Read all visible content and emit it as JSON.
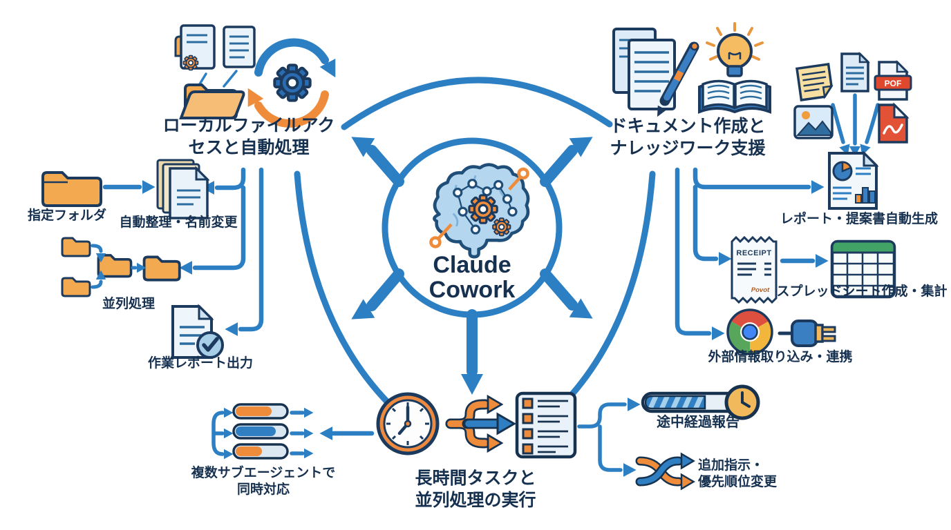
{
  "center": {
    "title_lines": [
      "Claude",
      "Cowork"
    ]
  },
  "branches": {
    "local_files": {
      "title_lines": [
        "ローカルファイルアク",
        "セスと自動処理"
      ],
      "items": {
        "source_folder": "指定フォルダ",
        "auto_organize": "自動整理・名前変更",
        "parallel": "並列処理",
        "work_report": "作業レポート出力"
      }
    },
    "documents": {
      "title_lines": [
        "ドキュメント作成と",
        "ナレッジワーク支援"
      ],
      "items": {
        "report_generation": "レポート・提案書自動生成",
        "spreadsheet": "スプレッドシート作成・集計",
        "external": "外部情報取り込み・連携"
      },
      "icon_texts": {
        "pdf_badge": "POF",
        "receipt_title": "RECEIPT",
        "receipt_brand": "Povot"
      }
    },
    "long_tasks": {
      "title_lines": [
        "長時間タスクと",
        "並列処理の実行"
      ],
      "items": {
        "subagents_lines": [
          "複数サブエージェントで",
          "同時対応"
        ],
        "progress": "途中経過報告",
        "priority_lines": [
          "追加指示・",
          "優先順位変更"
        ]
      }
    }
  },
  "colors": {
    "arrow_blue": "#2b7fc2",
    "outline_navy": "#1b3a5e",
    "text_navy": "#16304f",
    "accent_orange": "#ee8c3b",
    "folder_orange": "#f3a94f",
    "doc_light_blue": "#eaf2fa",
    "pdf_red": "#e0482e",
    "sheet_green": "#41a366",
    "bulb_yellow": "#f5bc62"
  }
}
